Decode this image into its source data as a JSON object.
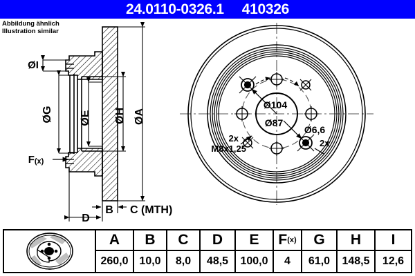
{
  "header": {
    "part_number": "24.0110-0326.1",
    "article_number": "410326",
    "bg_color": "#0000FF",
    "text_color": "#FFFFFF"
  },
  "note": {
    "line_de": "Abbildung ähnlich",
    "line_en": "Illustration similar"
  },
  "section_view": {
    "labels": {
      "dia_i": "ØI",
      "dia_g": "ØG",
      "dia_e": "ØE",
      "dia_h": "ØH",
      "dia_a": "ØA",
      "fx": "F(x)",
      "b": "B",
      "c": "C (MTH)",
      "d": "D"
    }
  },
  "face_view": {
    "labels": {
      "pcd": "Ø104",
      "center_bore": "Ø87",
      "hole_dia": "Ø6,6",
      "hole_count": "2x",
      "thread": "M8x1,25",
      "thread_count": "2x",
      "thread_count_right": "2x"
    }
  },
  "table": {
    "icon_name": "brake-disc-icon",
    "columns": [
      {
        "key": "A",
        "sub": "",
        "value": "260,0",
        "width": 55
      },
      {
        "key": "B",
        "sub": "",
        "value": "10,0",
        "width": 48
      },
      {
        "key": "C",
        "sub": "",
        "value": "8,0",
        "width": 48
      },
      {
        "key": "D",
        "sub": "",
        "value": "48,5",
        "width": 51
      },
      {
        "key": "E",
        "sub": "",
        "value": "100,0",
        "width": 55
      },
      {
        "key": "F",
        "sub": "(x)",
        "value": "4",
        "width": 41
      },
      {
        "key": "G",
        "sub": "",
        "value": "61,0",
        "width": 51
      },
      {
        "key": "H",
        "sub": "",
        "value": "148,5",
        "width": 55
      },
      {
        "key": "I",
        "sub": "",
        "value": "12,6",
        "width": 51
      }
    ]
  }
}
